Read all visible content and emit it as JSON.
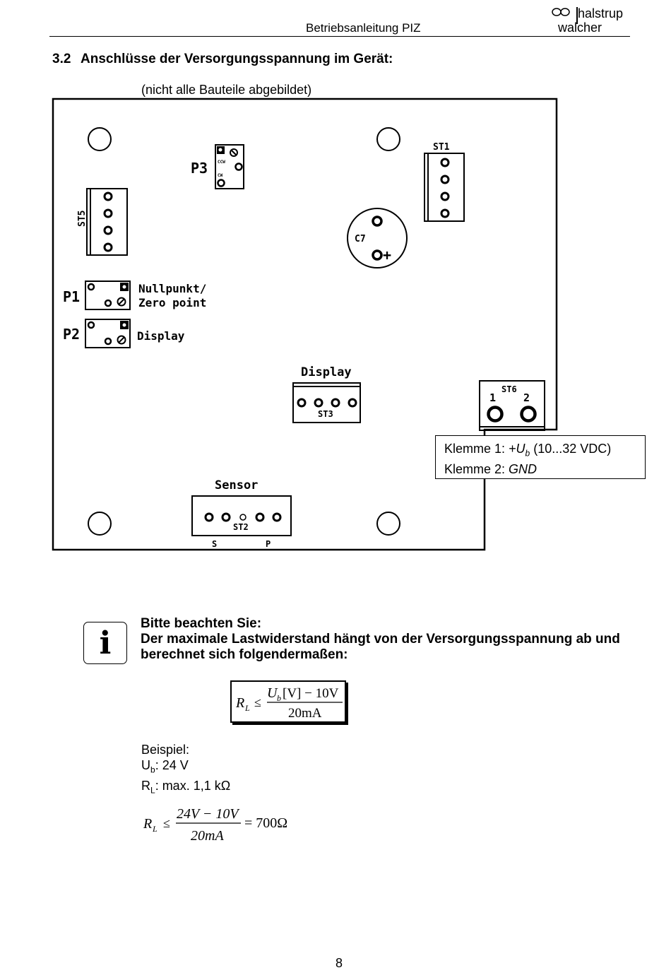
{
  "header": {
    "title": "Betriebsanleitung PIZ",
    "logo_line1": "halstrup",
    "logo_line2": "walcher"
  },
  "section": {
    "number": "3.2",
    "title": "Anschlüsse der Versorgungsspannung im Gerät:",
    "note": "(nicht alle Bauteile abgebildet)"
  },
  "pcb": {
    "labels": {
      "p3": "P3",
      "st1": "ST1",
      "st5": "ST5",
      "c7": "C7",
      "p1": "P1",
      "p2": "P2",
      "nullpunkt": "Nullpunkt/",
      "zero_point": "Zero point",
      "display_p2": "Display",
      "display_st3": "Display",
      "st3": "ST3",
      "st6": "ST6",
      "st6_pin1": "1",
      "st6_pin2": "2",
      "sensor": "Sensor",
      "st2": "ST2",
      "s": "S",
      "p": "P",
      "ccw": "CCW",
      "cw": "CW"
    }
  },
  "klemme": {
    "line1_prefix": "Klemme 1: ",
    "line1_voltage": "+U",
    "line1_sub": "b",
    "line1_range": " (10...32 VDC)",
    "line2_prefix": "Klemme 2: ",
    "line2_value": "GND"
  },
  "note": {
    "title": "Bitte beachten Sie:",
    "body": "Der maximale Lastwiderstand hängt von der Versorgungsspannung ab und berechnet sich folgendermaßen:"
  },
  "formula1": {
    "lhs": "R",
    "lhs_sub": "L",
    "rel": "≤",
    "num": "U",
    "num_sub": "b",
    "num_rest": "[V] − 10V",
    "den": "20mA"
  },
  "example": {
    "title": "Beispiel:",
    "ub_label": "U",
    "ub_sub": "b",
    "ub_value": ": 24 V",
    "rl_label": "R",
    "rl_sub": "L",
    "rl_value": ": max. 1,1 kΩ"
  },
  "formula2": {
    "lhs": "R",
    "lhs_sub": "L",
    "rel": "≤",
    "num": "24V − 10V",
    "den": "20mA",
    "result": "= 700Ω"
  },
  "footer": {
    "page": "8"
  }
}
